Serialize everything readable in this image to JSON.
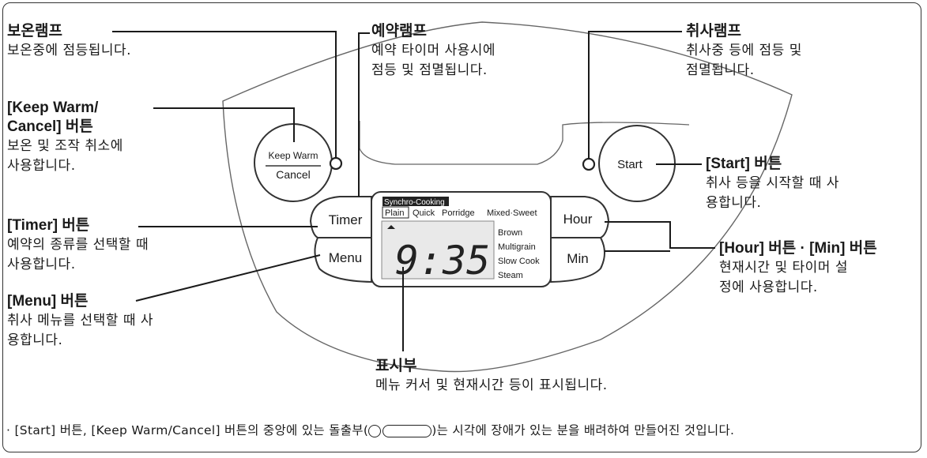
{
  "callouts": {
    "keep_warm_lamp": {
      "title": "보온램프",
      "desc": "보온중에 점등됩니다."
    },
    "reservation_lamp": {
      "title": "예약램프",
      "desc_line1": "예약 타이머 사용시에",
      "desc_line2": "점등 및 점멸됩니다."
    },
    "cooking_lamp": {
      "title": "취사램프",
      "desc_line1": "취사중 등에 점등 및",
      "desc_line2": "점멸됩니다."
    },
    "keep_warm_button": {
      "title_line1": "[Keep Warm/",
      "title_line2": "Cancel] 버튼",
      "desc_line1": "보온 및 조작 취소에",
      "desc_line2": "사용합니다."
    },
    "start_button": {
      "title": "[Start] 버튼",
      "desc_line1": "취사 등을 시작할 때 사",
      "desc_line2": "용합니다."
    },
    "timer_button": {
      "title": "[Timer] 버튼",
      "desc_line1": "예약의 종류를 선택할 때",
      "desc_line2": "사용합니다."
    },
    "hour_min_button": {
      "title": "[Hour] 버튼 · [Min] 버튼",
      "desc_line1": "현재시간 및 타이머 설",
      "desc_line2": "정에 사용합니다."
    },
    "menu_button": {
      "title": "[Menu] 버튼",
      "desc_line1": "취사 메뉴를 선택할 때 사",
      "desc_line2": "용합니다."
    },
    "display": {
      "title": "표시부",
      "desc": "메뉴 커서 및 현재시간 등이 표시됩니다."
    }
  },
  "panel": {
    "keep_warm_label_1": "Keep Warm",
    "keep_warm_label_2": "Cancel",
    "start_label": "Start",
    "timer_label": "Timer",
    "menu_label": "Menu",
    "hour_label": "Hour",
    "min_label": "Min",
    "lcd": {
      "mode_badge": "Synchro-Cooking",
      "menu_row": [
        "Plain",
        "Quick",
        "Porridge",
        "Mixed·Sweet"
      ],
      "menu_col": [
        "Brown",
        "Multigrain",
        "Slow Cook",
        "Steam"
      ],
      "time": "9:35"
    }
  },
  "footnote": {
    "before": "· [Start] 버튼, [Keep Warm/Cancel] 버튼의 중앙에 있는 돌출부(",
    "after": ")는 시각에 장애가 있는 분을 배려하여 만들어진 것입니다."
  },
  "colors": {
    "line": "#1a1a1a",
    "panel_line": "#555555",
    "lcd_bg": "#e9e9e9"
  }
}
